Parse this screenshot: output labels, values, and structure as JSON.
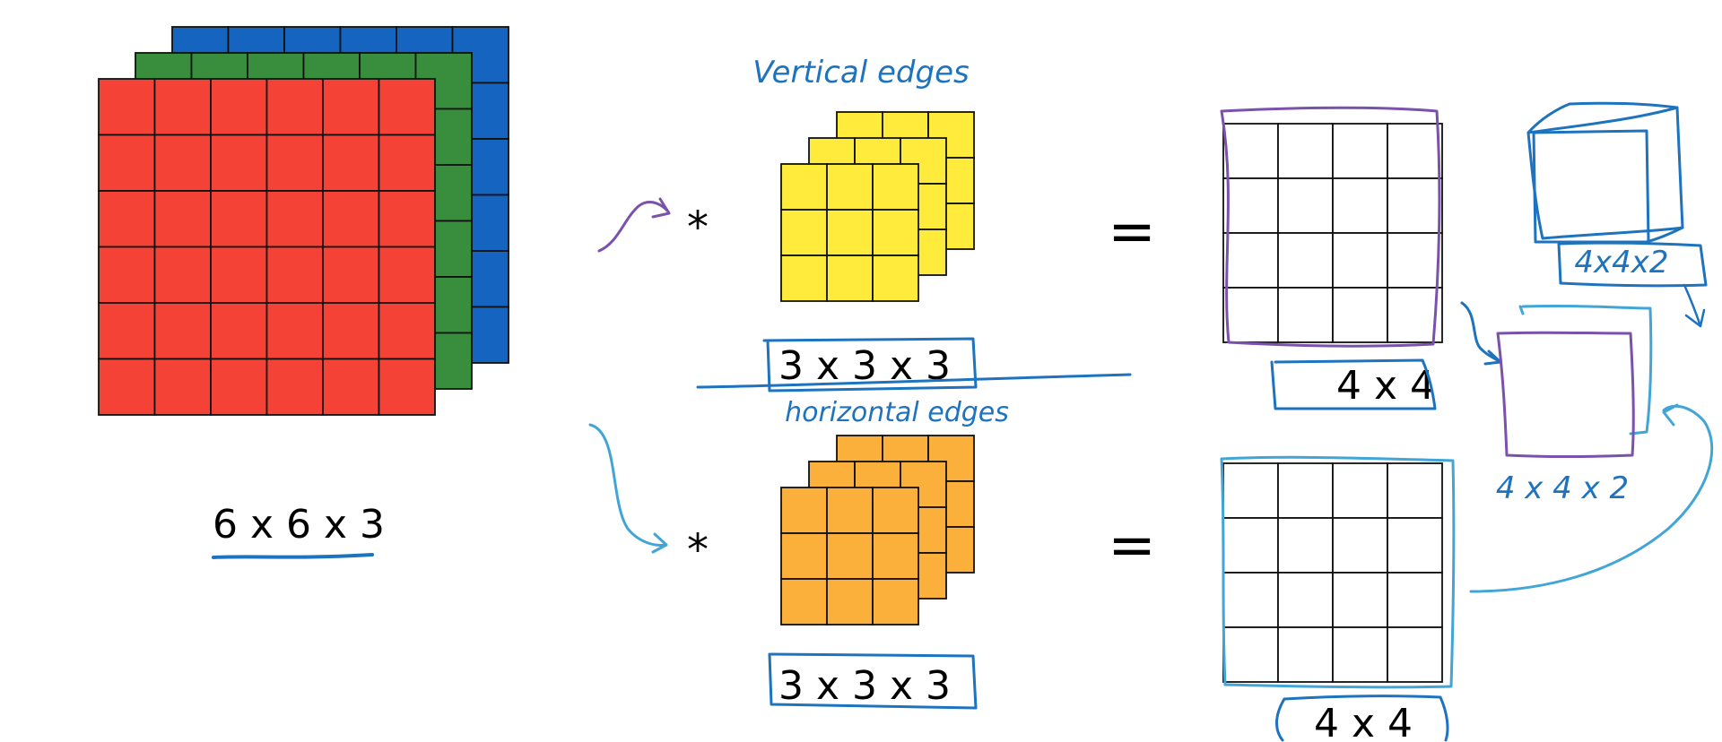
{
  "input_volume": {
    "rows": 6,
    "cols": 6,
    "channels": 3,
    "channel_colors": [
      "#f44336",
      "#388e3c",
      "#1565c0"
    ],
    "label": "6 x 6 x 3"
  },
  "filters": [
    {
      "rows": 3,
      "cols": 3,
      "channels": 3,
      "color": "#ffeb3b",
      "annotation": "Vertical edges",
      "label": "3 x 3 x 3"
    },
    {
      "rows": 3,
      "cols": 3,
      "channels": 3,
      "color": "#fbb03b",
      "annotation": "horizontal edges",
      "label": "3 x 3 x 3"
    }
  ],
  "outputs": [
    {
      "rows": 4,
      "cols": 4,
      "label": "4 x 4",
      "ink": "#7b52ab"
    },
    {
      "rows": 4,
      "cols": 4,
      "label": "4 x 4",
      "ink": "#42a5d5"
    }
  ],
  "operators": {
    "convolve": "*",
    "equals": "="
  },
  "stacked_output_label": "4 x 4 x 2",
  "cube_label": "4x4x2",
  "ink_colors": {
    "blue": "#1e73be",
    "light_blue": "#42a5d5",
    "purple": "#7b52ab"
  }
}
